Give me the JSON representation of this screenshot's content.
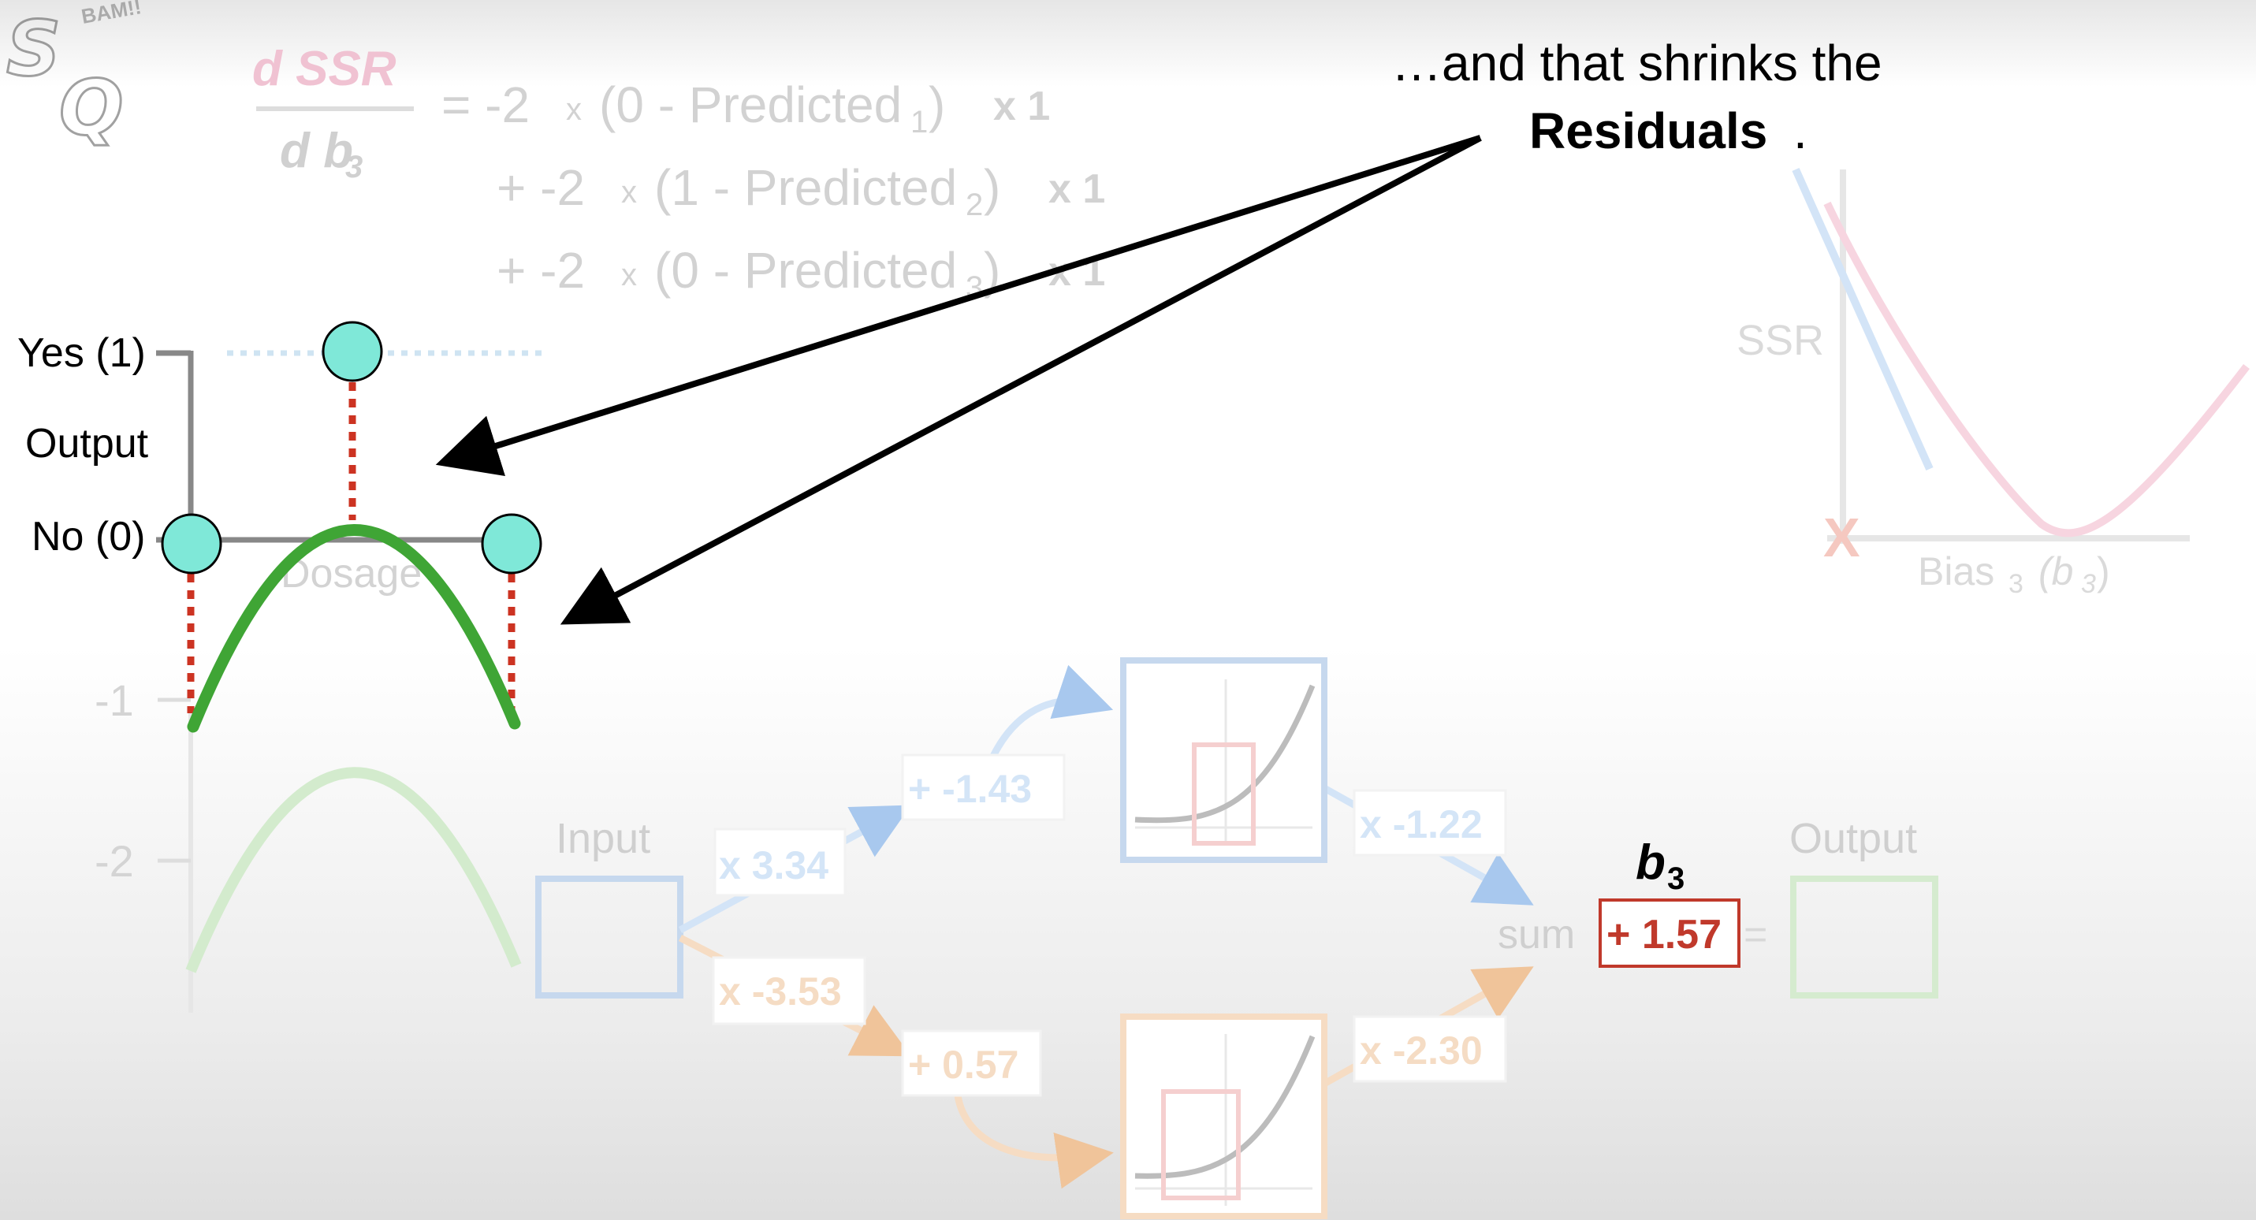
{
  "equation": {
    "numerator": "d SSR",
    "denominator": "d b",
    "denominator_sub": "3",
    "lines": [
      {
        "prefix": "= -2",
        "times": "x",
        "body": "(0 - Predicted",
        "sub": "1",
        "close": ")",
        "tail": "x 1"
      },
      {
        "prefix": "+ -2",
        "times": "x",
        "body": "(1 - Predicted",
        "sub": "2",
        "close": ")",
        "tail": "x 1"
      },
      {
        "prefix": "+ -2",
        "times": "x",
        "body": "(0 - Predicted",
        "sub": "3",
        "close": ")",
        "tail": "x 1"
      }
    ]
  },
  "caption": {
    "line1": "…and that shrinks the",
    "line2_bold": "Residuals",
    "line2_end": "."
  },
  "logo": {
    "text1": "S",
    "text2": "Q",
    "text3": "BAM!!"
  },
  "main_plot": {
    "y_label_yes": "Yes (1)",
    "y_label_output": "Output",
    "y_label_no": "No (0)",
    "x_label": "Dosage",
    "tick_neg1": "-1",
    "tick_neg2": "-2"
  },
  "ssr_plot": {
    "y_label": "SSR",
    "x_label": "Bias",
    "x_label_sub": "3",
    "x_label_paren": "(b",
    "x_label_paren_sub": "3",
    "x_label_close": ")",
    "marker": "X"
  },
  "network": {
    "input_label": "Input",
    "output_label": "Output",
    "w1": "x 3.34",
    "w2": "x -3.53",
    "b1": "+ -1.43",
    "b2": "+ 0.57",
    "w3": "x -1.22",
    "w4": "x -2.30",
    "sum_label": "sum",
    "b3_label": "b",
    "b3_sub": "3",
    "b3_value": "+ 1.57",
    "equals": "="
  },
  "colors": {
    "green": "#3fa535",
    "cyan_point": "#7fe8d8",
    "residual_red": "#cc3322",
    "highlight_red": "#c0392b",
    "blue": "#4a7fc1",
    "orange": "#e39a55",
    "pink": "#e07a9a"
  }
}
